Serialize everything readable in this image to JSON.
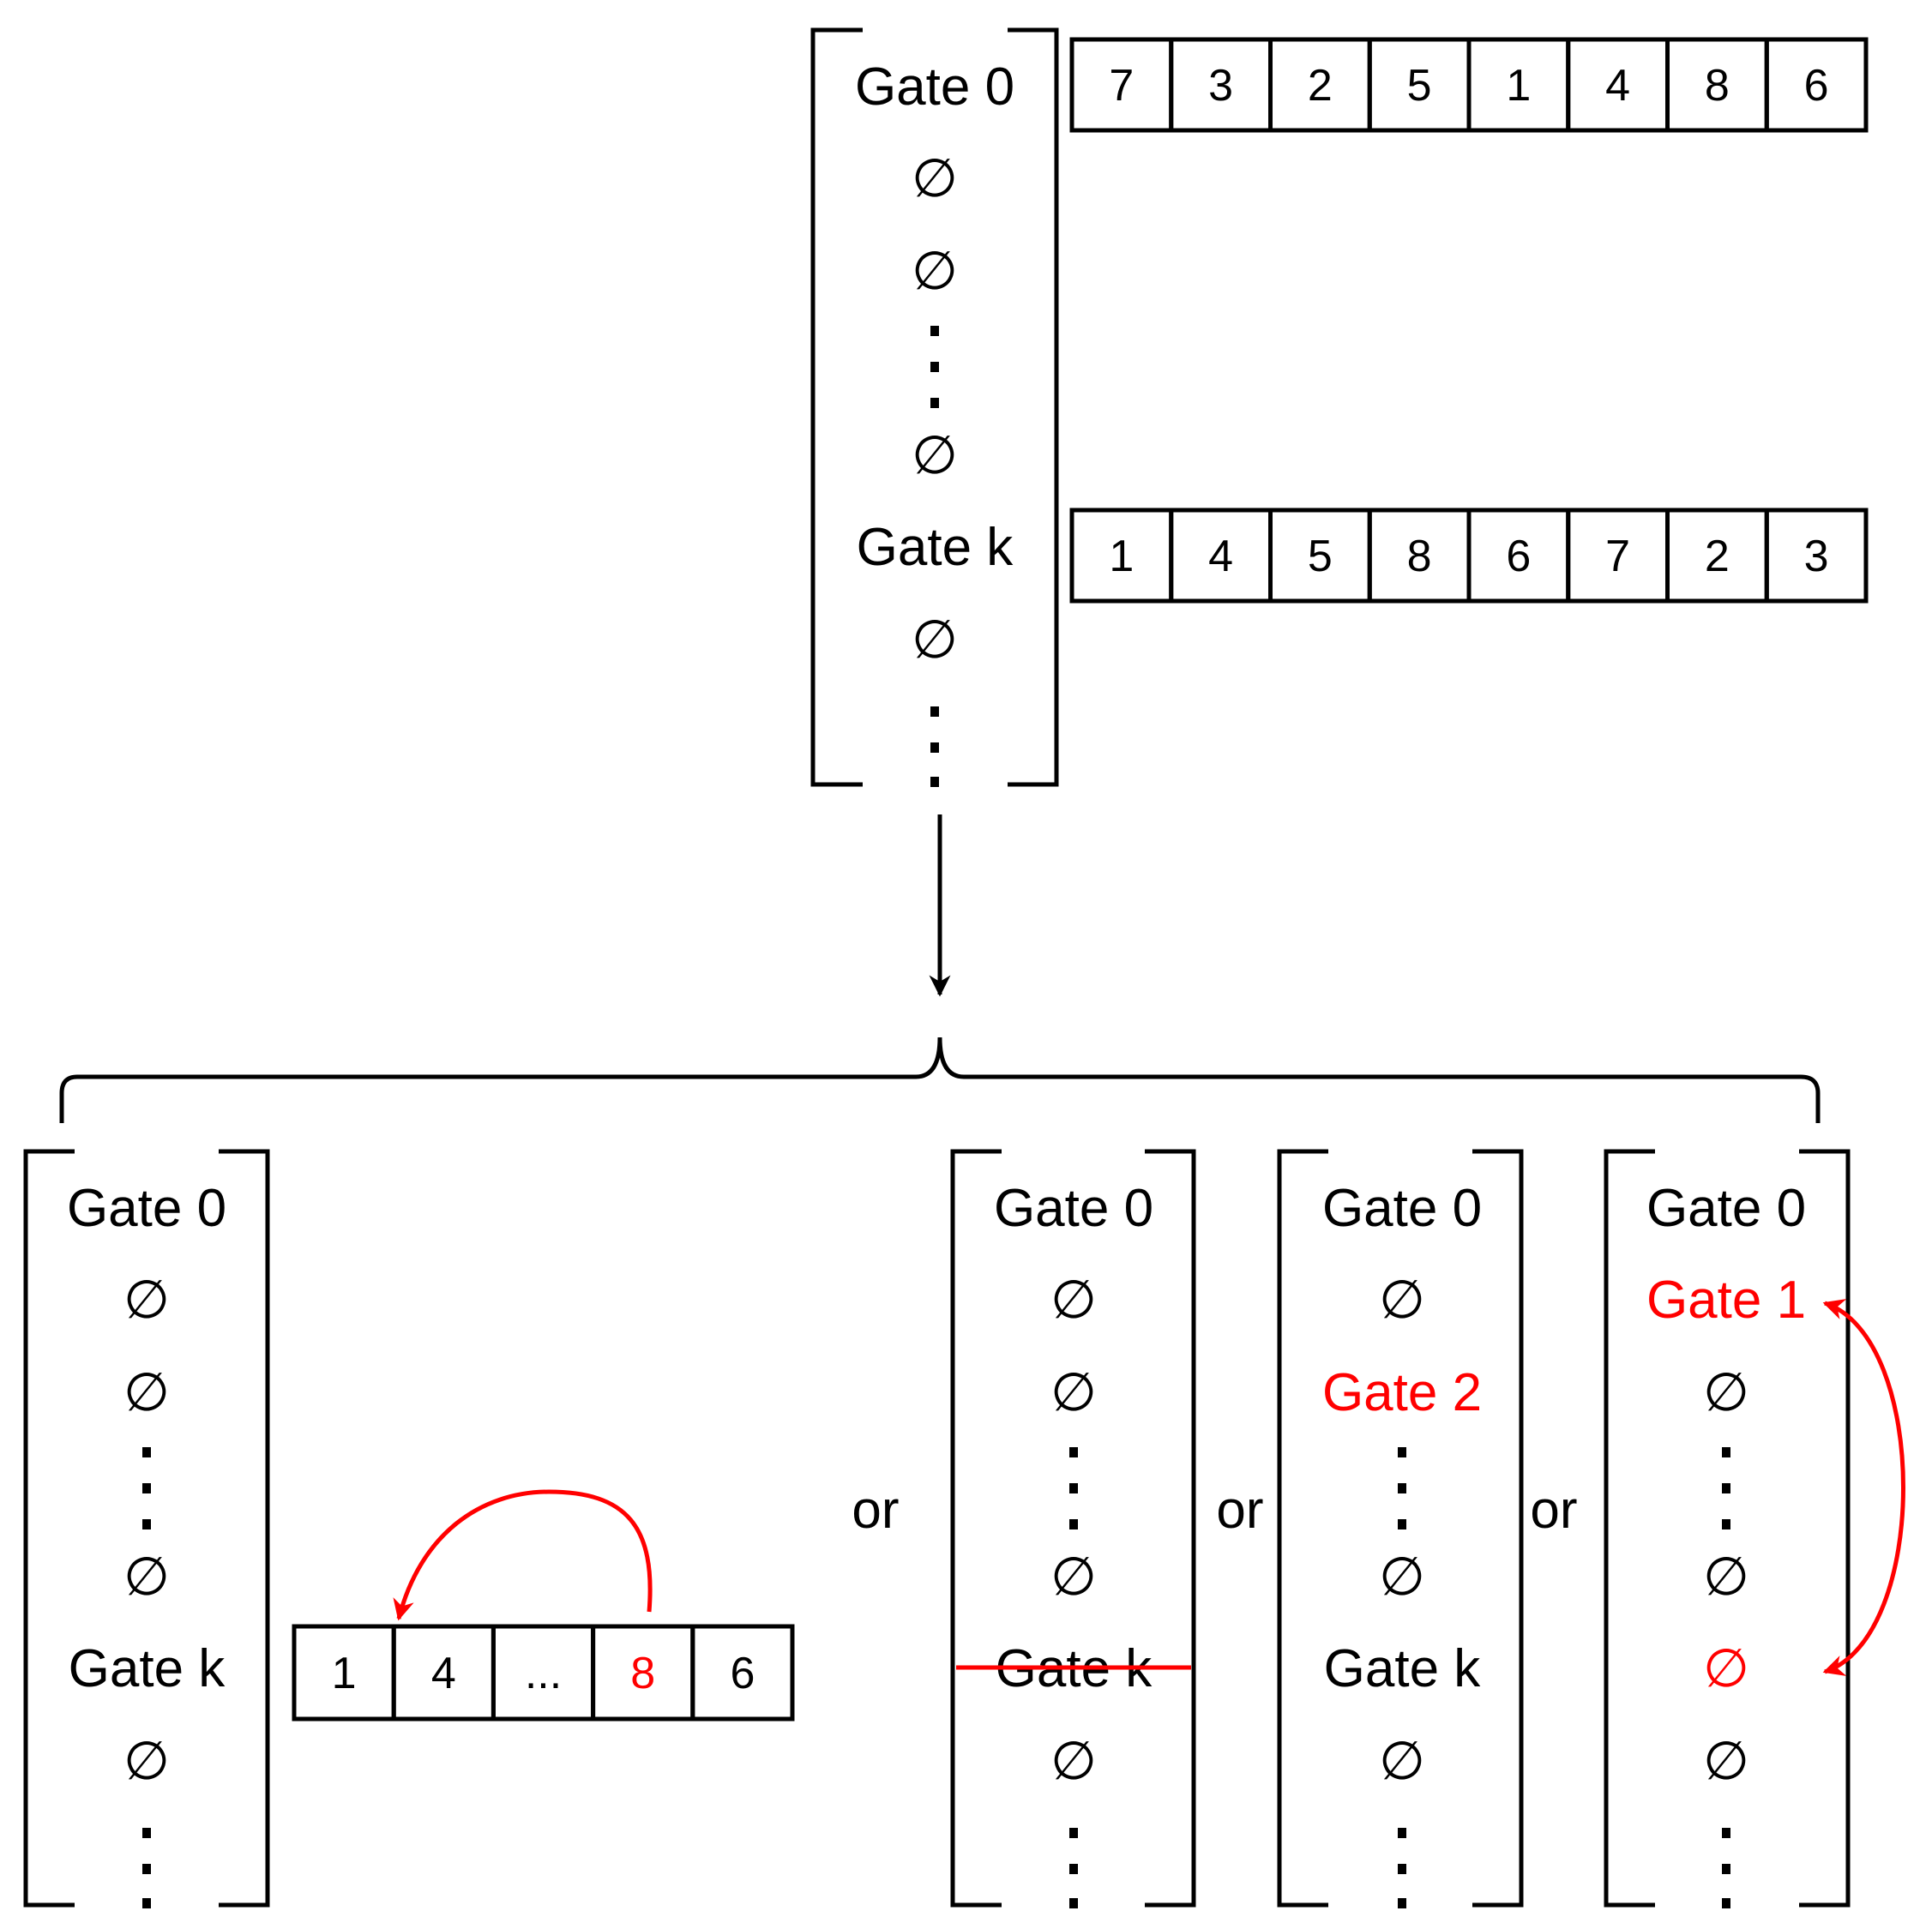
{
  "colors": {
    "black": "#000000",
    "highlight": "#ff0000"
  },
  "top_column": {
    "rows": [
      {
        "kind": "text",
        "text": "Gate 0"
      },
      {
        "kind": "text",
        "text": "∅"
      },
      {
        "kind": "text",
        "text": "∅"
      },
      {
        "kind": "dots"
      },
      {
        "kind": "text",
        "text": "∅"
      },
      {
        "kind": "text",
        "text": "Gate k"
      },
      {
        "kind": "text",
        "text": "∅"
      },
      {
        "kind": "dots"
      }
    ]
  },
  "top_arrays": [
    {
      "values": [
        "7",
        "3",
        "2",
        "5",
        "1",
        "4",
        "8",
        "6"
      ]
    },
    {
      "values": [
        "1",
        "4",
        "5",
        "8",
        "6",
        "7",
        "2",
        "3"
      ]
    }
  ],
  "options": [
    {
      "rows": [
        {
          "kind": "text",
          "text": "Gate 0"
        },
        {
          "kind": "text",
          "text": "∅"
        },
        {
          "kind": "text",
          "text": "∅"
        },
        {
          "kind": "dots"
        },
        {
          "kind": "text",
          "text": "∅"
        },
        {
          "kind": "text",
          "text": "Gate k"
        },
        {
          "kind": "text",
          "text": "∅"
        },
        {
          "kind": "dots"
        }
      ],
      "array": {
        "values": [
          "1",
          "4",
          "...",
          "8",
          "6"
        ],
        "highlight_index": 3,
        "arrow_from_index": 3,
        "arrow_to_index": 1
      }
    },
    {
      "separator": "or",
      "rows": [
        {
          "kind": "text",
          "text": "Gate 0"
        },
        {
          "kind": "text",
          "text": "∅"
        },
        {
          "kind": "text",
          "text": "∅"
        },
        {
          "kind": "dots"
        },
        {
          "kind": "text",
          "text": "∅"
        },
        {
          "kind": "text",
          "text": "Gate k",
          "strikethrough": true
        },
        {
          "kind": "text",
          "text": "∅"
        },
        {
          "kind": "dots"
        }
      ]
    },
    {
      "separator": "or",
      "rows": [
        {
          "kind": "text",
          "text": "Gate 0"
        },
        {
          "kind": "text",
          "text": "∅"
        },
        {
          "kind": "text",
          "text": "Gate 2",
          "highlight": true
        },
        {
          "kind": "dots"
        },
        {
          "kind": "text",
          "text": "∅"
        },
        {
          "kind": "text",
          "text": "Gate k"
        },
        {
          "kind": "text",
          "text": "∅"
        },
        {
          "kind": "dots"
        }
      ]
    },
    {
      "separator": "or",
      "rows": [
        {
          "kind": "text",
          "text": "Gate 0"
        },
        {
          "kind": "text",
          "text": "Gate 1",
          "highlight": true
        },
        {
          "kind": "text",
          "text": "∅"
        },
        {
          "kind": "dots"
        },
        {
          "kind": "text",
          "text": "∅"
        },
        {
          "kind": "text",
          "text": "∅",
          "highlight": true
        },
        {
          "kind": "text",
          "text": "∅"
        },
        {
          "kind": "dots"
        }
      ],
      "swap_arrow_rows": [
        1,
        5
      ]
    }
  ]
}
